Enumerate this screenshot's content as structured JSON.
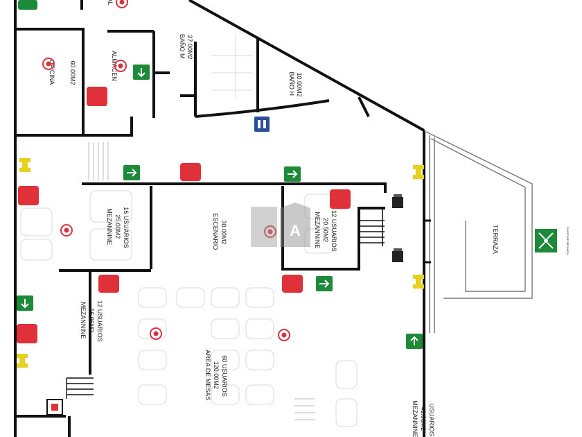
{
  "rooms": [
    {
      "id": "almacen-top",
      "lines": [
        "AL"
      ]
    },
    {
      "id": "oficina",
      "lines": [
        "OFICINA",
        "60.00M2"
      ]
    },
    {
      "id": "almacen",
      "lines": [
        "ALMACEN"
      ]
    },
    {
      "id": "bano-m",
      "lines": [
        "BAÑO M",
        "27.00M2"
      ]
    },
    {
      "id": "bano-h",
      "lines": [
        "BAÑO H",
        "10.00M2"
      ]
    },
    {
      "id": "mezzanine-1",
      "lines": [
        "MEZANNINE",
        "25.00M2",
        "16 USUARIOS"
      ]
    },
    {
      "id": "escenario",
      "lines": [
        "ESCENARIO",
        "30.00M2"
      ]
    },
    {
      "id": "mezzanine-2",
      "lines": [
        "MEZANNINE",
        "20.50M2",
        "12 USUARIOS"
      ]
    },
    {
      "id": "terraza",
      "lines": [
        "TERRAZA"
      ]
    },
    {
      "id": "mezzanine-3",
      "lines": [
        "MEZANNINE",
        "16.96M2",
        "12 USUARIOS"
      ]
    },
    {
      "id": "area-mesas",
      "lines": [
        "AREA DE MESAS",
        "120.00M2",
        "60 USUARIOS"
      ]
    },
    {
      "id": "mezzanine-4",
      "lines": [
        "MEZANNINE",
        "41.00M2",
        "USUARIOS"
      ]
    }
  ],
  "watermark": "A",
  "legend_text": "PUNTO DE REUNION",
  "colors": {
    "wall": "#111111",
    "extinguisher": "#e0303a",
    "exit_sign": "#1d8a3a",
    "target": "#d9323c",
    "yellow_marker": "#e6d21e",
    "blue_sign": "#2a4f9a"
  }
}
